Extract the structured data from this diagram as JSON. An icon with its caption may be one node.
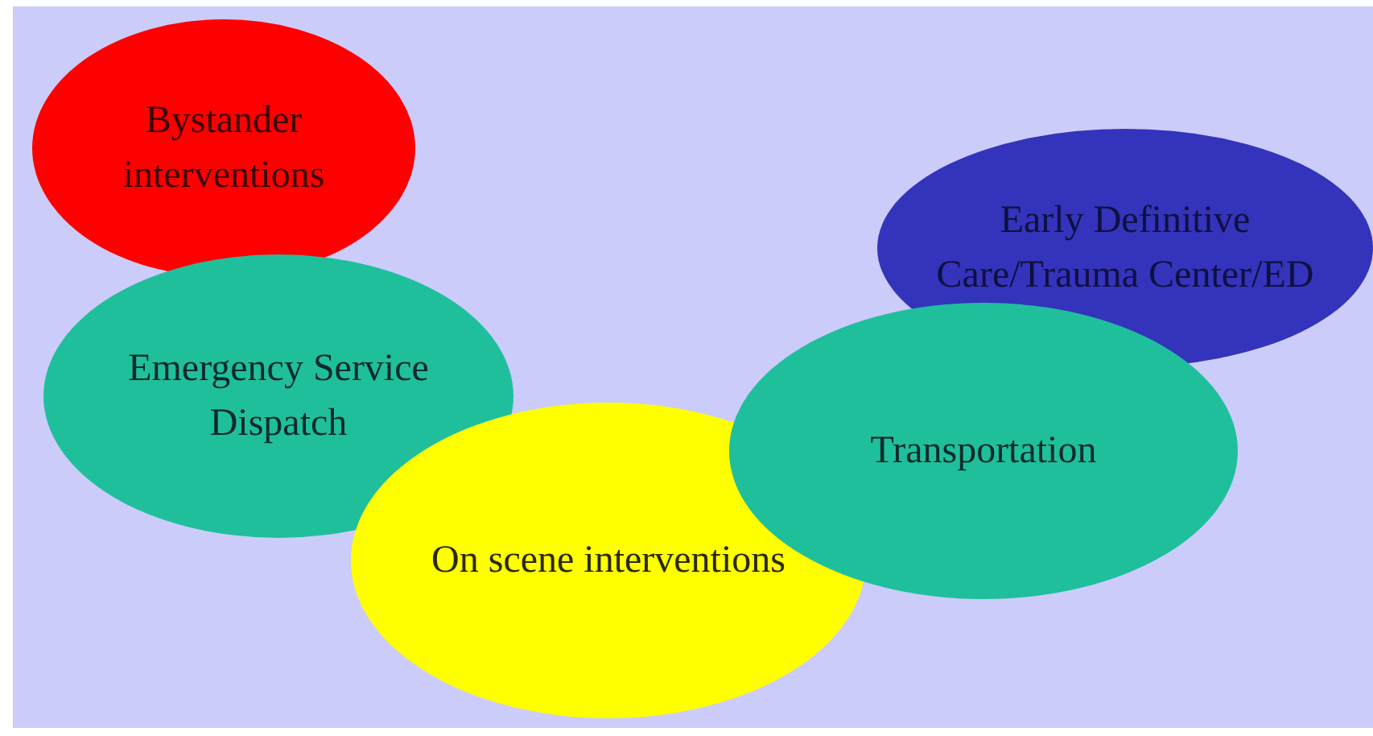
{
  "diagram": {
    "nodes": [
      {
        "text": [
          "Bystander interventions"
        ]
      },
      {
        "text": [
          "Emergency Service Dispatch"
        ]
      },
      {
        "text": [
          "On scene interventions"
        ]
      },
      {
        "text": [
          "Transportation"
        ]
      },
      {
        "text": [
          "Early Definitive Care/Trauma Center/ED"
        ]
      }
    ],
    "edges": []
  }
}
